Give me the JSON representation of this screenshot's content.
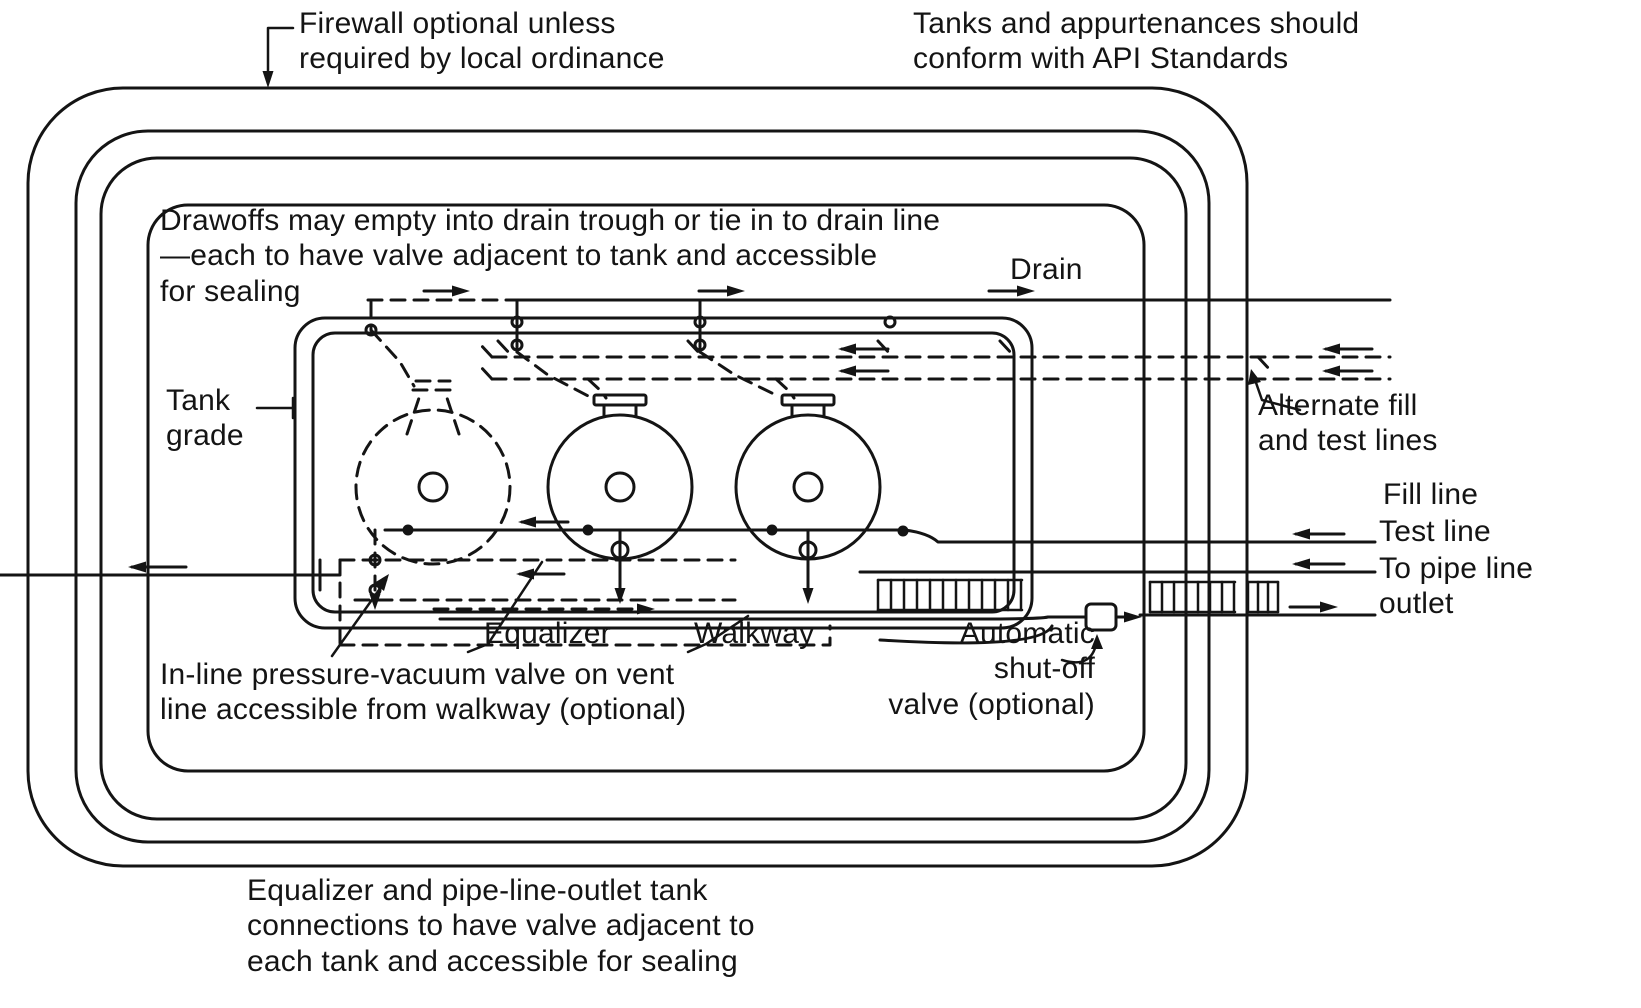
{
  "colors": {
    "ink": "#141414",
    "paper": "#ffffff"
  },
  "notes": {
    "firewall": "Firewall optional unless\nrequired by local ordinance",
    "api_standards": "Tanks and appurtenances should\nconform with API Standards",
    "drawoffs": "Drawoffs may empty into drain trough or tie in to drain line\n—each to have valve adjacent to tank and accessible\nfor sealing",
    "pv_valve": "In-line pressure-vacuum valve on vent\nline accessible from walkway (optional)",
    "equalizer_connections": "Equalizer and pipe-line-outlet tank\nconnections to have valve adjacent to\neach tank and accessible for sealing"
  },
  "labels": {
    "drain": "Drain",
    "tank_grade": "Tank\ngrade",
    "alternate_lines": "Alternate fill\nand test lines",
    "fill_line": "Fill line",
    "test_line": "Test line",
    "pipe_line_outlet": "To pipe line\noutlet",
    "equalizer": "Equalizer",
    "walkway": "Walkway",
    "auto_shutoff": "Automatic\nshut-off\nvalve (optional)"
  }
}
